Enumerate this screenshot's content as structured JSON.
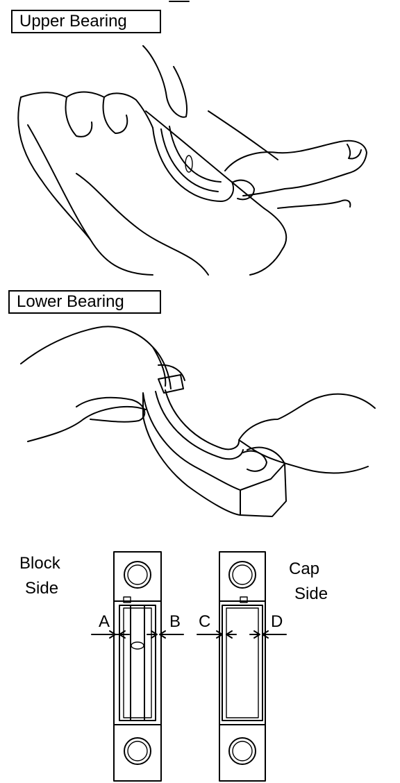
{
  "labels": {
    "upper_bearing": "Upper Bearing",
    "lower_bearing": "Lower Bearing",
    "block_side_1": "Block",
    "block_side_2": "Side",
    "cap_side_1": "Cap",
    "cap_side_2": "Side",
    "a": "A",
    "b": "B",
    "c": "C",
    "d": "D"
  }
}
